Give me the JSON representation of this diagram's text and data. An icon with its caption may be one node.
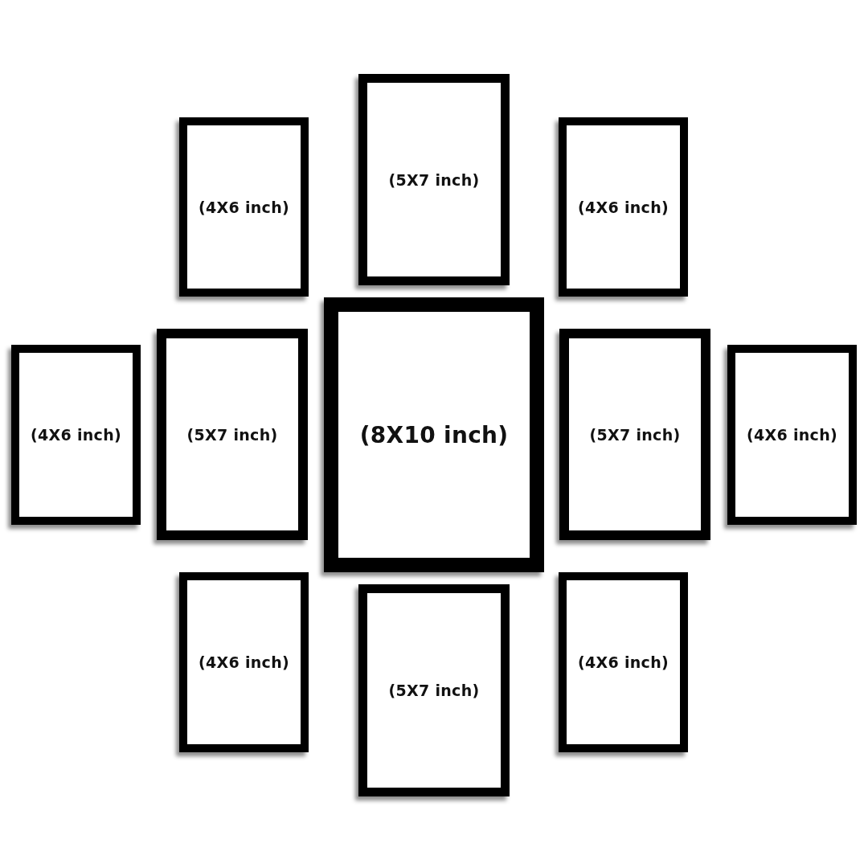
{
  "diagram": {
    "nodes": [
      {
        "text": [
          "(4X6 inch)"
        ]
      },
      {
        "text": [
          "(5X7 inch)"
        ]
      },
      {
        "text": [
          "(4X6 inch)"
        ]
      },
      {
        "text": [
          "(4X6 inch)"
        ]
      },
      {
        "text": [
          "(5X7 inch)"
        ]
      },
      {
        "text": [
          "(8X10 inch)"
        ]
      },
      {
        "text": [
          "(5X7 inch)"
        ]
      },
      {
        "text": [
          "(4X6 inch)"
        ]
      },
      {
        "text": [
          "(4X6 inch)"
        ]
      },
      {
        "text": [
          "(5X7 inch)"
        ]
      },
      {
        "text": [
          "(4X6 inch)"
        ]
      }
    ]
  }
}
